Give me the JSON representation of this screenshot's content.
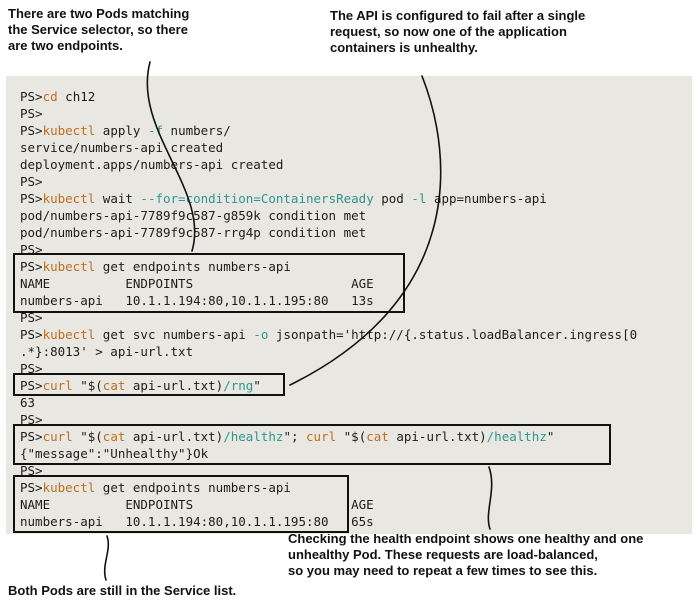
{
  "colors": {
    "terminal_bg": "#e8e7e2",
    "text": "#1c1c1c",
    "command": "#bf6f1f",
    "string": "#2f9690"
  },
  "annotations": {
    "top_left_lines": [
      "There are two Pods matching",
      "the Service selector, so there",
      "are two endpoints."
    ],
    "top_right_lines": [
      "The API is configured to fail after a single",
      "request, so now one of the application",
      "containers is unhealthy."
    ],
    "bottom_left_lines": [
      "Both Pods are still in the Service list."
    ],
    "bottom_right_lines": [
      "Checking the health endpoint shows one healthy and one",
      "unhealthy Pod. These requests are load-balanced,",
      "so you may need to repeat a few times to see this."
    ]
  },
  "terminal": {
    "prompt": "PS>",
    "lines": [
      [
        [
          "PS>",
          "p"
        ],
        [
          "cd",
          "c"
        ],
        [
          " ch12",
          "p"
        ]
      ],
      [
        [
          "PS>",
          "p"
        ]
      ],
      [
        [
          "PS>",
          "p"
        ],
        [
          "kubectl",
          "c"
        ],
        [
          " apply ",
          "p"
        ],
        [
          "-f",
          "t"
        ],
        [
          " numbers/",
          "p"
        ]
      ],
      [
        [
          "service/numbers-api created",
          "p"
        ]
      ],
      [
        [
          "deployment.apps/numbers-api created",
          "p"
        ]
      ],
      [
        [
          "PS>",
          "p"
        ]
      ],
      [
        [
          "PS>",
          "p"
        ],
        [
          "kubectl",
          "c"
        ],
        [
          " wait ",
          "p"
        ],
        [
          "--for=condition=ContainersReady",
          "t"
        ],
        [
          " pod ",
          "p"
        ],
        [
          "-l",
          "t"
        ],
        [
          " app=numbers-api",
          "p"
        ]
      ],
      [
        [
          "pod/numbers-api-7789f9c587-g859k condition met",
          "p"
        ]
      ],
      [
        [
          "pod/numbers-api-7789f9c587-rrg4p condition met",
          "p"
        ]
      ],
      [
        [
          "PS>",
          "p"
        ]
      ],
      [
        [
          "PS>",
          "p"
        ],
        [
          "kubectl",
          "c"
        ],
        [
          " get endpoints numbers-api",
          "p"
        ]
      ],
      [
        [
          "NAME          ENDPOINTS                     AGE",
          "p"
        ]
      ],
      [
        [
          "numbers-api   10.1.1.194:80,10.1.1.195:80   13s",
          "p"
        ]
      ],
      [
        [
          "PS>",
          "p"
        ]
      ],
      [
        [
          "PS>",
          "p"
        ],
        [
          "kubectl",
          "c"
        ],
        [
          " get svc numbers-api ",
          "p"
        ],
        [
          "-o",
          "t"
        ],
        [
          " jsonpath='http://{.status.loadBalancer.ingress[0",
          "p"
        ]
      ],
      [
        [
          ".*}:8013' > api-url.txt",
          "p"
        ]
      ],
      [
        [
          "PS>",
          "p"
        ]
      ],
      [
        [
          "PS>",
          "p"
        ],
        [
          "curl",
          "c"
        ],
        [
          " \"$(",
          "p"
        ],
        [
          "cat",
          "c"
        ],
        [
          " api-url.txt)",
          "p"
        ],
        [
          "/rng",
          "t"
        ],
        [
          "\"",
          "p"
        ]
      ],
      [
        [
          "63",
          "p"
        ]
      ],
      [
        [
          "PS>",
          "p"
        ]
      ],
      [
        [
          "PS>",
          "p"
        ],
        [
          "curl",
          "c"
        ],
        [
          " \"$(",
          "p"
        ],
        [
          "cat",
          "c"
        ],
        [
          " api-url.txt)",
          "p"
        ],
        [
          "/healthz",
          "t"
        ],
        [
          "\"; ",
          "p"
        ],
        [
          "curl",
          "c"
        ],
        [
          " \"$(",
          "p"
        ],
        [
          "cat",
          "c"
        ],
        [
          " api-url.txt)",
          "p"
        ],
        [
          "/healthz",
          "t"
        ],
        [
          "\"",
          "p"
        ]
      ],
      [
        [
          "{\"message\":\"Unhealthy\"}Ok",
          "p"
        ]
      ],
      [
        [
          "PS>",
          "p"
        ]
      ],
      [
        [
          "PS>",
          "p"
        ],
        [
          "kubectl",
          "c"
        ],
        [
          " get endpoints numbers-api",
          "p"
        ]
      ],
      [
        [
          "NAME          ENDPOINTS                     AGE",
          "p"
        ]
      ],
      [
        [
          "numbers-api   10.1.1.194:80,10.1.1.195:80   65s",
          "p"
        ]
      ]
    ]
  }
}
